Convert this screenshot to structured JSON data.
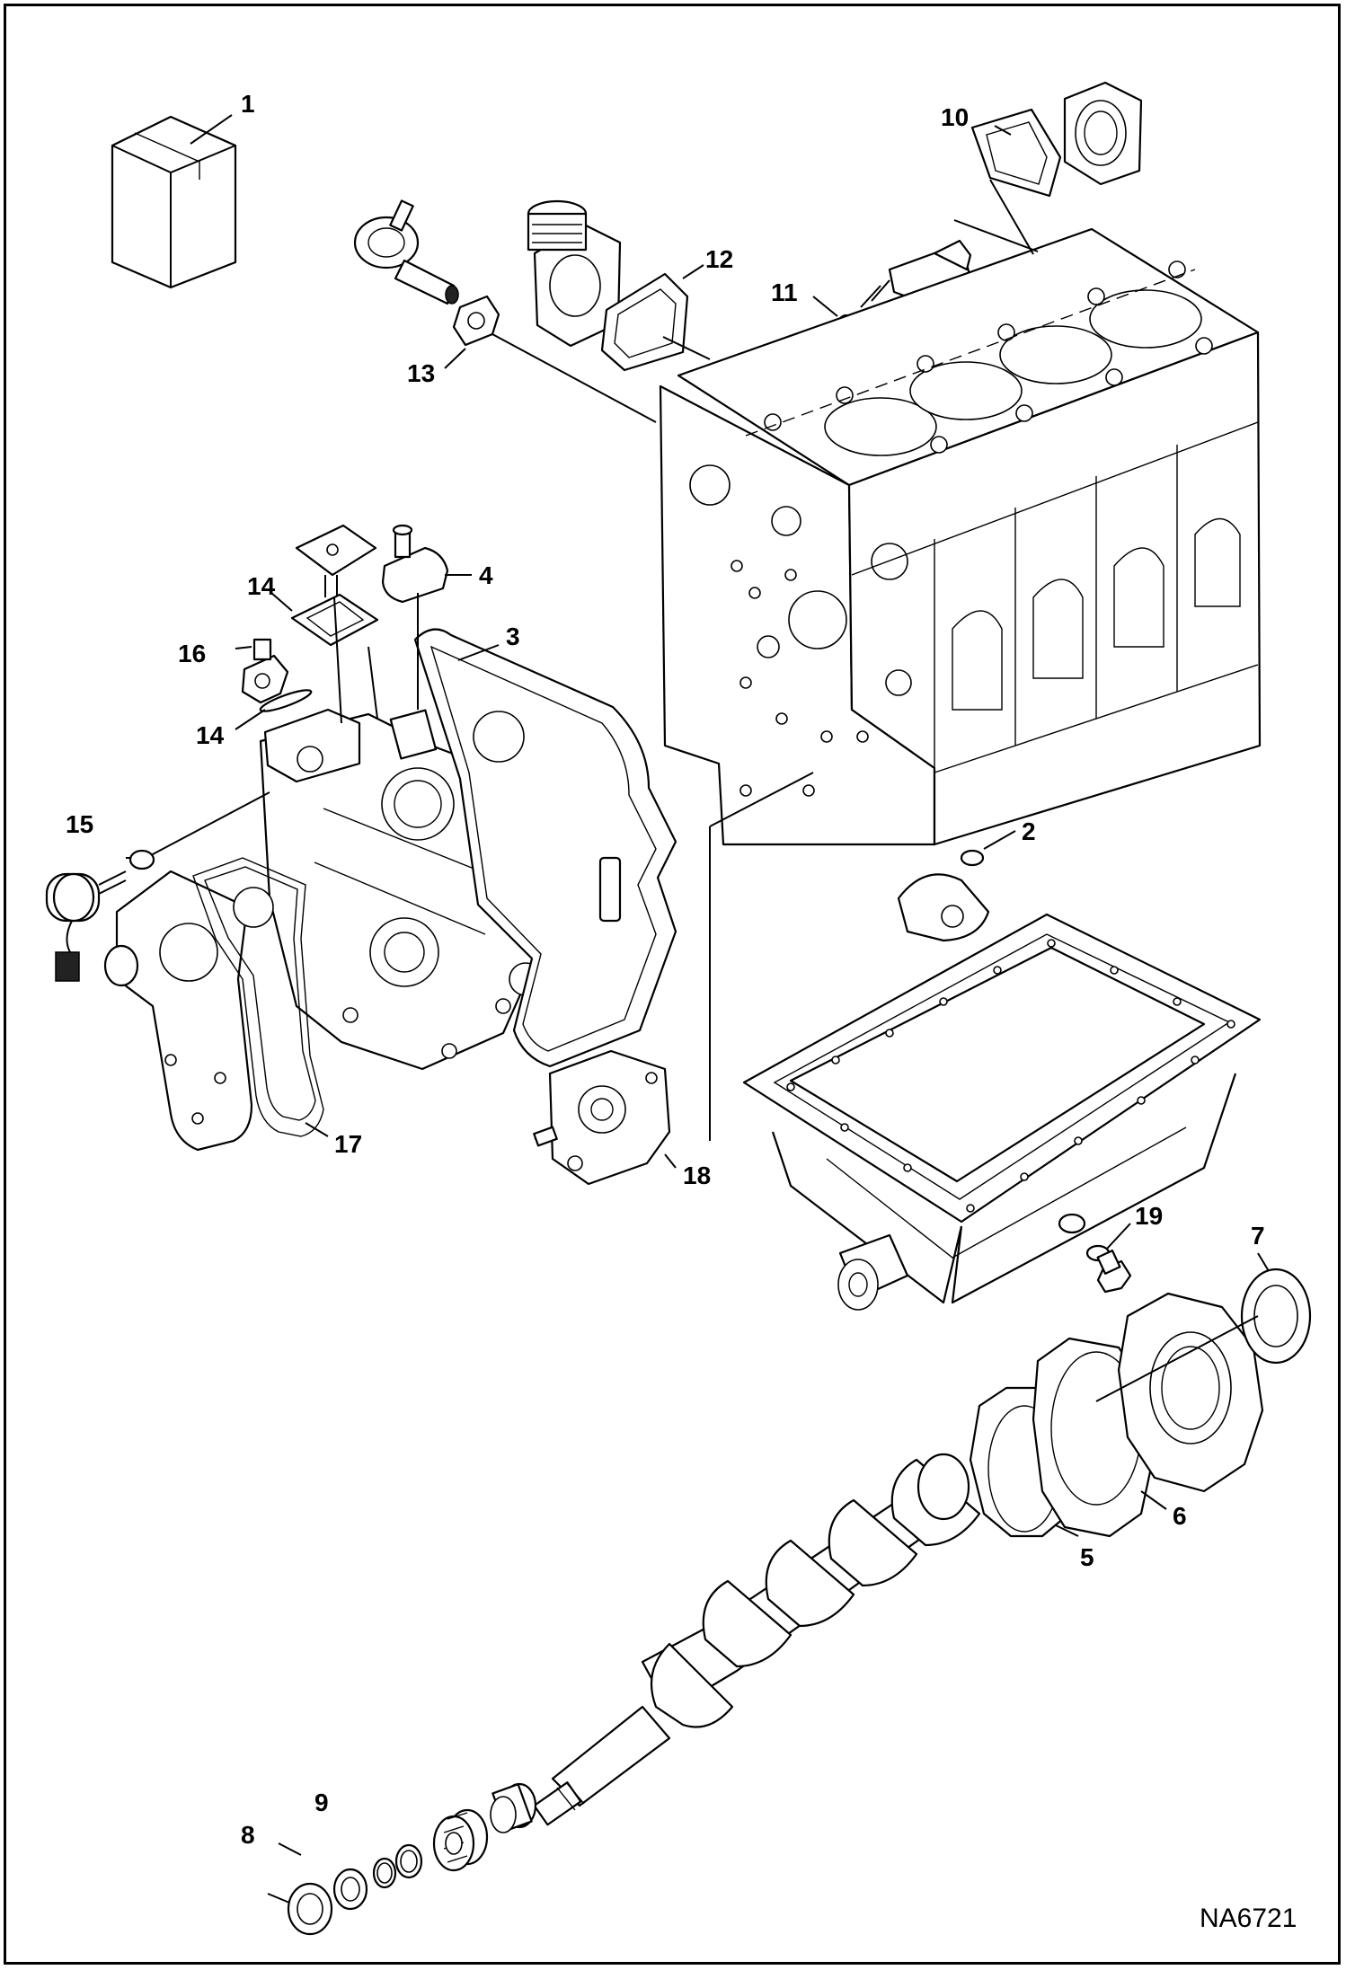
{
  "figure": {
    "code": "NA6721"
  },
  "callouts": [
    {
      "id": "1",
      "label": "1"
    },
    {
      "id": "2",
      "label": "2"
    },
    {
      "id": "3",
      "label": "3"
    },
    {
      "id": "4",
      "label": "4"
    },
    {
      "id": "5",
      "label": "5"
    },
    {
      "id": "6",
      "label": "6"
    },
    {
      "id": "7",
      "label": "7"
    },
    {
      "id": "8",
      "label": "8"
    },
    {
      "id": "9",
      "label": "9"
    },
    {
      "id": "10",
      "label": "10"
    },
    {
      "id": "11",
      "label": "11"
    },
    {
      "id": "12",
      "label": "12"
    },
    {
      "id": "13",
      "label": "13"
    },
    {
      "id": "14a",
      "label": "14"
    },
    {
      "id": "14b",
      "label": "14"
    },
    {
      "id": "15",
      "label": "15"
    },
    {
      "id": "16",
      "label": "16"
    },
    {
      "id": "17",
      "label": "17"
    },
    {
      "id": "18",
      "label": "18"
    },
    {
      "id": "19",
      "label": "19"
    }
  ]
}
